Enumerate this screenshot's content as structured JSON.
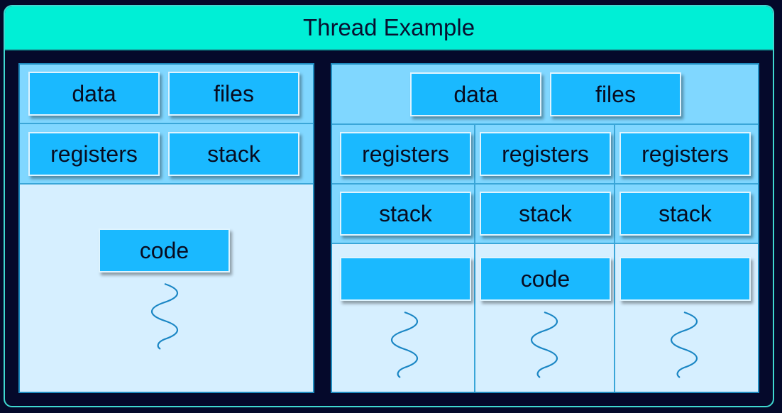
{
  "title": "Thread Example",
  "single_thread": {
    "shared_row": [
      "data",
      "files"
    ],
    "thread_row": [
      "registers",
      "stack"
    ],
    "code_label": "code"
  },
  "multi_thread": {
    "shared_row": [
      "data",
      "files"
    ],
    "registers": [
      "registers",
      "registers",
      "registers"
    ],
    "stack": [
      "stack",
      "stack",
      "stack"
    ],
    "code_label": "code"
  },
  "colors": {
    "background": "#04092a",
    "title_bar": "#00efd6",
    "panel": "#d6efff",
    "band": "#80d7ff",
    "box": "#1ab9ff",
    "squiggle": "#1a86c4"
  },
  "icons": {
    "thread": "squiggle-icon"
  }
}
